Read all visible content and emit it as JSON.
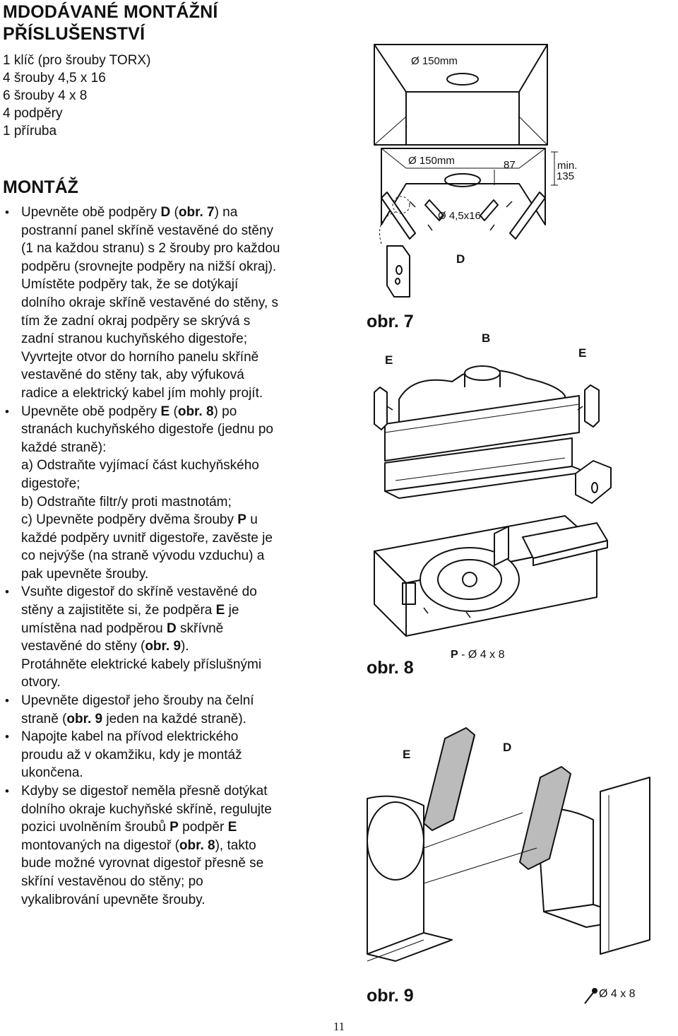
{
  "heading_accessories": [
    "MDODÁVANÉ MONTÁŽNÍ",
    "PŘÍSLUŠENSTVÍ"
  ],
  "accessories": [
    "1 klíč (pro šrouby TORX)",
    "4 šrouby  4,5 x 16",
    "6 šrouby 4 x 8",
    "4 podpěry",
    "1 příruba"
  ],
  "heading_assembly": "MONTÁŽ",
  "b1": [
    "Upevněte obě podpěry ",
    "D",
    " (",
    "obr. 7",
    ") na",
    "postranní panel skříně vestavěné do stěny",
    "(1 na každou stranu) s 2 šrouby pro každou",
    "podpěru (srovnejte podpěry na nižší okraj).",
    "Umístěte podpěry tak, že se dotýkají",
    "dolního okraje skříně vestavěné do stěny, s",
    "tím že zadní okraj podpěry se skrývá s",
    "zadní stranou kuchyňského digestoře;",
    "Vyvrtejte otvor do horního panelu skříně",
    "vestavěné do stěny tak, aby výfuková",
    "radice a elektrický kabel jím mohly projít."
  ],
  "b2": [
    "Upevněte obě podpěry ",
    "E",
    " (",
    "obr. 8",
    ") po",
    "stranách kuchyňského digestoře (jednu po",
    "každé straně):",
    "a) Odstraňte vyjímací část kuchyňského",
    "digestoře;",
    "b) Odstraňte filtr/y proti mastnotám;",
    "c) Upevněte podpěry dvěma šrouby ",
    "P",
    " u",
    "každé podpěry uvnitř digestoře, zavěste je",
    "co nejvýše (na straně vývodu vzduchu)  a",
    "pak upevněte šrouby."
  ],
  "b3": [
    "Vsuňte digestoř do skříně vestavěné do",
    "stěny a zajistitěte si, že podpěra ",
    "E",
    " je",
    "umístěna nad podpěrou ",
    "D",
    " skřívně",
    "vestavěné do stěny  (",
    "obr. 9",
    ").",
    "Protáhněte elektrické kabely příslušnými",
    "otvory."
  ],
  "b4": [
    "Upevněte digestoř jeho šrouby na čelní",
    "straně (",
    "obr. 9",
    " jeden na každé straně)."
  ],
  "b5": [
    "Napojte kabel na přívod elektrického",
    "proudu až v okamžiku, kdy je montáž",
    "ukončena."
  ],
  "b6": [
    "Kdyby se digestoř neměla přesně dotýkat",
    "dolního okraje kuchyňské skříně, regulujte",
    "pozici uvolněním šroubů ",
    "P",
    " podpěr ",
    "E",
    "montovaných na digestoř (",
    "obr. 8",
    "), takto",
    "bude možné vyrovnat digestoř přesně se",
    "skříní vestavěnou do stěny; po",
    "vykalibrování upevněte šrouby."
  ],
  "fig7": {
    "label": "obr. 7",
    "dia_top": "Ø 150mm",
    "dia_mid": "Ø 150mm",
    "dim_87": "87",
    "dim_min": "min.",
    "dim_135": "135",
    "screw": "Ø 4,5x16",
    "letter_d": "D"
  },
  "fig8": {
    "label": "obr. 8",
    "letter_b": "B",
    "letter_e1": "E",
    "letter_e2": "E",
    "letter_p": "P",
    "p_spec": " - Ø 4 x 8"
  },
  "fig9": {
    "label": "obr. 9",
    "letter_e": "E",
    "letter_d": "D",
    "screw": "Ø 4 x 8"
  },
  "page_number": "11"
}
